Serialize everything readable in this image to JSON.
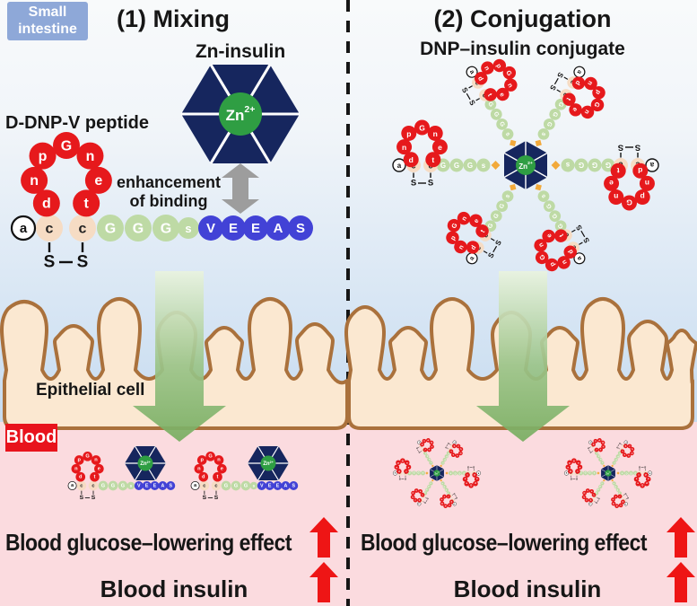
{
  "badges": {
    "small_intestine_line1": "Small",
    "small_intestine_line2": "intestine",
    "blood": "Blood"
  },
  "panels": {
    "left": {
      "title": "(1) Mixing",
      "molecule_label": "Zn-insulin",
      "peptide_label": "D-DNP-V peptide",
      "binding_note_line1": "enhancement",
      "binding_note_line2": "of binding",
      "effect_glucose": "Blood glucose–lowering effect",
      "effect_insulin": "Blood insulin"
    },
    "right": {
      "title": "(2) Conjugation",
      "molecule_label": "DNP–insulin conjugate",
      "effect_glucose": "Blood glucose–lowering effect",
      "effect_insulin": "Blood insulin"
    }
  },
  "labels": {
    "epithelial_cell": "Epithelial cell",
    "zn": "Zn",
    "zn_sup": "2+"
  },
  "molecules": {
    "loop_residues": [
      "d",
      "n",
      "p",
      "G",
      "n",
      "e",
      "t"
    ],
    "cys": "c",
    "n_terminal_cap": "a",
    "sulfur": "S",
    "linker_residues": [
      "G",
      "G",
      "G",
      "s"
    ],
    "insulin_tail_residues": [
      "V",
      "E",
      "E",
      "A",
      "S"
    ]
  },
  "colors": {
    "navy_hexagon": "#16265e",
    "zn_green": "#2f9e43",
    "red_residue": "#e6191c",
    "peach_residue": "#f6dcc4",
    "green_residue": "#bedaa5",
    "blue_residue": "#4242d6",
    "orange_pin": "#f2a93b",
    "gray_arrow": "#9d9d9d",
    "red_arrow": "#ee1515",
    "epithelium_fill": "#fbe8d1",
    "epithelium_stroke": "#aa713c",
    "green_arrow_top": "#e9f3df",
    "green_arrow_mid": "#9bc489",
    "green_arrow_bottom": "#77ad60",
    "badge_small_intestine": "#8EA8D8",
    "badge_blood": "#e8131c",
    "blood_background": "#fbdbdf"
  }
}
